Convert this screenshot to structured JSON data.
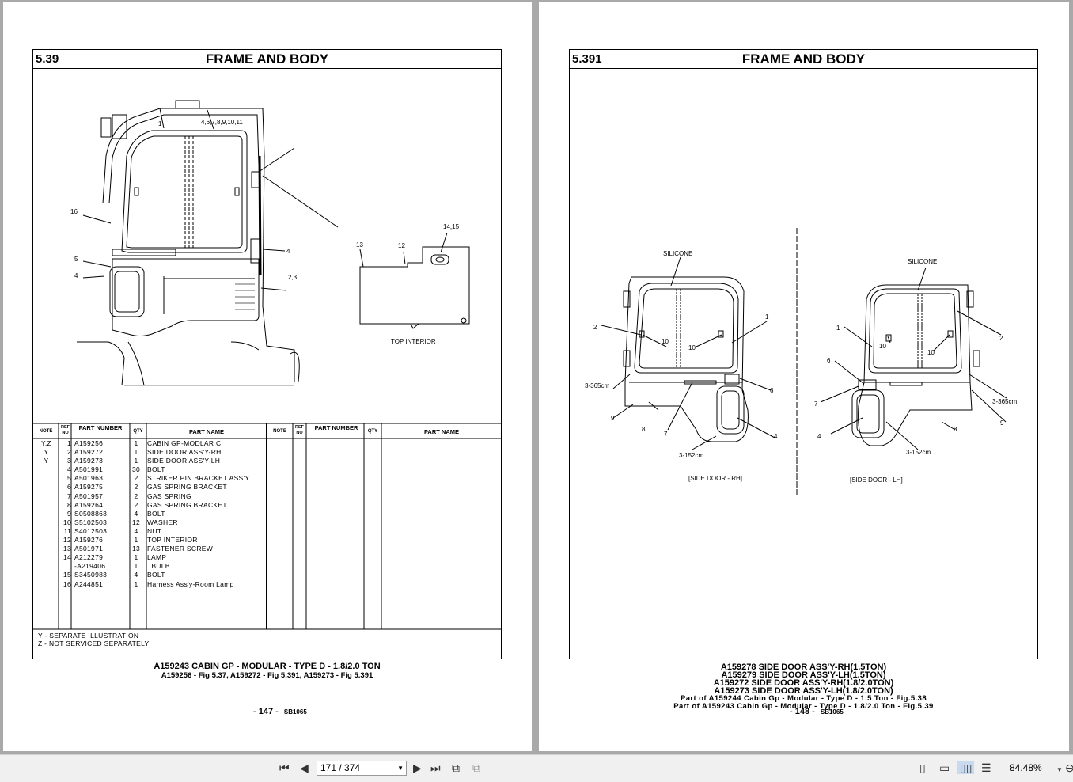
{
  "left_page": {
    "section_number": "5.39",
    "section_title": "FRAME AND BODY",
    "diagram_callouts": [
      "1",
      "4,6,7,8,9,10,11",
      "16",
      "4",
      "5",
      "4",
      "2,3",
      "13",
      "12",
      "14,15"
    ],
    "inset_label": "TOP INTERIOR",
    "table_headers": {
      "note": "NOTE",
      "ref": "REF NO",
      "part": "PART NUMBER",
      "qty": "QTY",
      "name": "PART NAME"
    },
    "parts": [
      {
        "note": "Y,Z",
        "ref": "1",
        "part": "A159256",
        "qty": "1",
        "name": "CABIN GP-MODLAR C"
      },
      {
        "note": "Y",
        "ref": "2",
        "part": "A159272",
        "qty": "1",
        "name": "SIDE DOOR ASS'Y-RH"
      },
      {
        "note": "Y",
        "ref": "3",
        "part": "A159273",
        "qty": "1",
        "name": "SIDE DOOR ASS'Y-LH"
      },
      {
        "note": "",
        "ref": "4",
        "part": "A501991",
        "qty": "30",
        "name": "BOLT"
      },
      {
        "note": "",
        "ref": "5",
        "part": "A501963",
        "qty": "2",
        "name": "STRIKER PIN BRACKET ASS'Y"
      },
      {
        "note": "",
        "ref": "6",
        "part": "A159275",
        "qty": "2",
        "name": "GAS SPRING BRACKET"
      },
      {
        "note": "",
        "ref": "7",
        "part": "A501957",
        "qty": "2",
        "name": "GAS SPRING"
      },
      {
        "note": "",
        "ref": "8",
        "part": "A159264",
        "qty": "2",
        "name": "GAS SPRING BRACKET"
      },
      {
        "note": "",
        "ref": "9",
        "part": "S0508863",
        "qty": "4",
        "name": "BOLT"
      },
      {
        "note": "",
        "ref": "10",
        "part": "S5102503",
        "qty": "12",
        "name": "WASHER"
      },
      {
        "note": "",
        "ref": "11",
        "part": "S4012503",
        "qty": "4",
        "name": "NUT"
      },
      {
        "note": "",
        "ref": "12",
        "part": "A159276",
        "qty": "1",
        "name": "TOP INTERIOR"
      },
      {
        "note": "",
        "ref": "13",
        "part": "A501971",
        "qty": "13",
        "name": "FASTENER SCREW"
      },
      {
        "note": "",
        "ref": "14",
        "part": "A212279",
        "qty": "1",
        "name": "LAMP"
      },
      {
        "note": "",
        "ref": "",
        "part": "-A219406",
        "qty": "1",
        "name": "  BULB"
      },
      {
        "note": "",
        "ref": "15",
        "part": "S3450983",
        "qty": "4",
        "name": "BOLT"
      },
      {
        "note": "",
        "ref": "16",
        "part": "A244851",
        "qty": "1",
        "name": "Harness Ass'y-Room Lamp"
      }
    ],
    "notes": [
      "Y - SEPARATE ILLUSTRATION",
      "Z - NOT SERVICED SEPARATELY"
    ],
    "caption_lines": [
      "A159243  CABIN GP - MODULAR - TYPE D - 1.8/2.0 TON",
      "A159256 - Fig 5.37, A159272 - Fig 5.391, A159273 - Fig 5.391"
    ],
    "page_number": "- 147 -",
    "doc_code": "SB1065"
  },
  "right_page": {
    "section_number": "5.391",
    "section_title": "FRAME AND BODY",
    "rh": {
      "label": "[SIDE DOOR  - RH]",
      "callouts": [
        "SILICONE",
        "2",
        "10",
        "10",
        "1",
        "3-365cm",
        "6",
        "9",
        "8",
        "7",
        "4",
        "3-152cm"
      ]
    },
    "lh": {
      "label": "[SIDE DOOR  - LH]",
      "callouts": [
        "SILICONE",
        "1",
        "10",
        "10",
        "2",
        "6",
        "3-365cm",
        "7",
        "9",
        "8",
        "4",
        "3-152cm"
      ]
    },
    "caption_lines": [
      "A159278  SIDE DOOR ASS'Y-RH(1.5TON)",
      "A159279  SIDE DOOR ASS'Y-LH(1.5TON)",
      "A159272  SIDE DOOR ASS'Y-RH(1.8/2.0TON)",
      "A159273  SIDE DOOR ASS'Y-LH(1.8/2.0TON)"
    ],
    "part_of_lines": [
      "Part of A159244  Cabin Gp - Modular - Type D - 1.5 Ton - Fig.5.38",
      "Part of A159243 Cabin Gp - Modular - Type D - 1.8/2.0 Ton - Fig.5.39"
    ],
    "page_number": "- 148 -",
    "doc_code": "SB1065"
  },
  "toolbar": {
    "page_indicator": "171 / 374",
    "zoom": "84.48%"
  }
}
